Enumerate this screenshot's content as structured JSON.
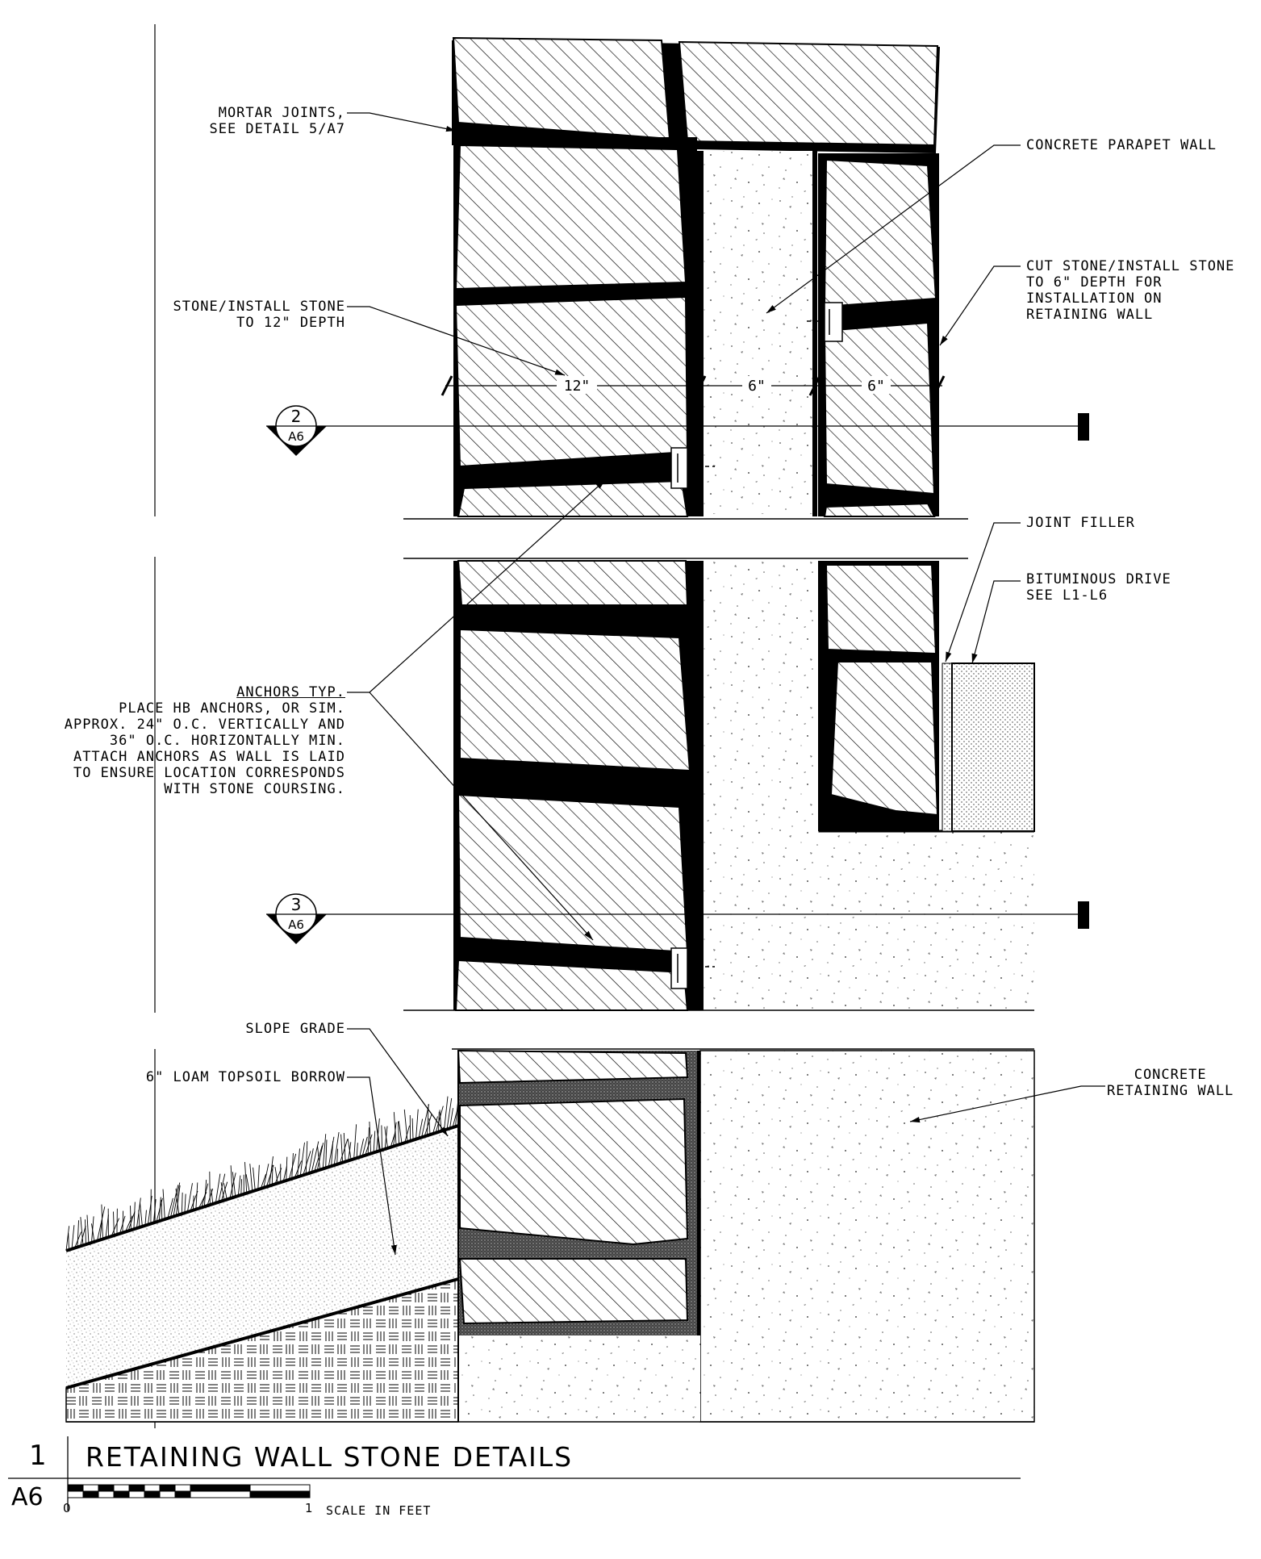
{
  "labels": {
    "mortar_joints": [
      "MORTAR JOINTS,",
      "SEE DETAIL 5/A7"
    ],
    "stone_install": [
      "STONE/INSTALL STONE",
      "TO 12\" DEPTH"
    ],
    "concrete_parapet": "CONCRETE PARAPET WALL",
    "cut_stone": [
      "CUT STONE/INSTALL STONE",
      "TO 6\" DEPTH FOR",
      "INSTALLATION ON",
      "RETAINING WALL"
    ],
    "joint_filler": "JOINT FILLER",
    "bituminous": [
      "BITUMINOUS DRIVE",
      "SEE L1-L6"
    ],
    "anchors_title": "ANCHORS TYP.",
    "anchors_body": [
      "PLACE HB ANCHORS, OR SIM.",
      "APPROX. 24\" O.C. VERTICALLY AND",
      "36\" O.C. HORIZONTALLY MIN.",
      "ATTACH ANCHORS AS WALL IS LAID",
      "TO ENSURE LOCATION CORRESPONDS",
      "WITH STONE COURSING."
    ],
    "slope_grade": "SLOPE GRADE",
    "loam": "6\" LOAM TOPSOIL BORROW",
    "concrete_retaining": [
      "CONCRETE",
      "RETAINING WALL"
    ]
  },
  "dimensions": {
    "d1": "12\"",
    "d2": "6\"",
    "d3": "6\""
  },
  "section_markers": [
    {
      "number": "2",
      "sheet": "A6"
    },
    {
      "number": "3",
      "sheet": "A6"
    }
  ],
  "title_block": {
    "detail_number": "1",
    "sheet": "A6",
    "title": "RETAINING WALL STONE DETAILS",
    "scale_start": "0",
    "scale_end": "1",
    "scale_label": "SCALE IN FEET"
  }
}
